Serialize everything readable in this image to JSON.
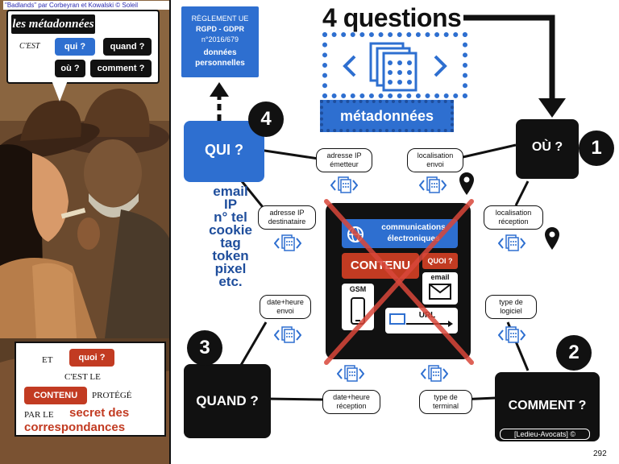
{
  "comic": {
    "caption": "\"Badlands\" par Corbeyran et Kowalski © Soleil",
    "speech_title": "les métadonnées",
    "cest": "C'EST",
    "q_qui": "qui ?",
    "q_quand": "quand ?",
    "q_ou": "où ?",
    "q_comment": "comment ?",
    "bottom": {
      "et": "ET",
      "quoi": "quoi ?",
      "cest_le": "C'EST LE",
      "contenu": "CONTENU",
      "protege": "PROTÉGÉ",
      "par_le": "PAR LE",
      "secret": "secret des",
      "correspondances": "correspondances"
    }
  },
  "header": {
    "title": "4 questions",
    "metadonnees": "métadonnées"
  },
  "rgpd": {
    "line1": "RÈGLEMENT UE",
    "line2": "RGPD - GDPR",
    "line3": "n°2016/679",
    "line4": "données",
    "line5": "personnelles"
  },
  "questions": {
    "qui": {
      "label": "QUI ?",
      "number": "4"
    },
    "ou": {
      "label": "OÙ ?",
      "number": "1"
    },
    "quand": {
      "label": "QUAND ?",
      "number": "3"
    },
    "comment": {
      "label": "COMMENT ?",
      "number": "2"
    }
  },
  "qui_list": [
    "email",
    "IP",
    "n° tel",
    "cookie",
    "tag",
    "token",
    "pixel",
    "etc."
  ],
  "labels": {
    "ip_emetteur": [
      "adresse IP",
      "émetteur"
    ],
    "ip_destinataire": [
      "adresse IP",
      "destinataire"
    ],
    "loc_envoi": [
      "localisation",
      "envoi"
    ],
    "loc_reception": [
      "localisation",
      "réception"
    ],
    "date_envoi": [
      "date+heure",
      "envoi"
    ],
    "date_reception": [
      "date+heure",
      "réception"
    ],
    "type_logiciel": [
      "type de",
      "logiciel"
    ],
    "type_terminal": [
      "type de",
      "terminal"
    ]
  },
  "center": {
    "communications": "communications",
    "electroniques": "électroniques",
    "contenu": "CONTENU",
    "quoi": "QUOI ?",
    "email": "email",
    "gsm": "GSM",
    "url": "URL"
  },
  "footer": {
    "credit": "[Ledieu-Avocats] ©",
    "page": "292"
  },
  "colors": {
    "blue": "#2e6fd0",
    "black": "#111111",
    "red": "#c23b22",
    "dark_blue": "#1f4e9c"
  }
}
